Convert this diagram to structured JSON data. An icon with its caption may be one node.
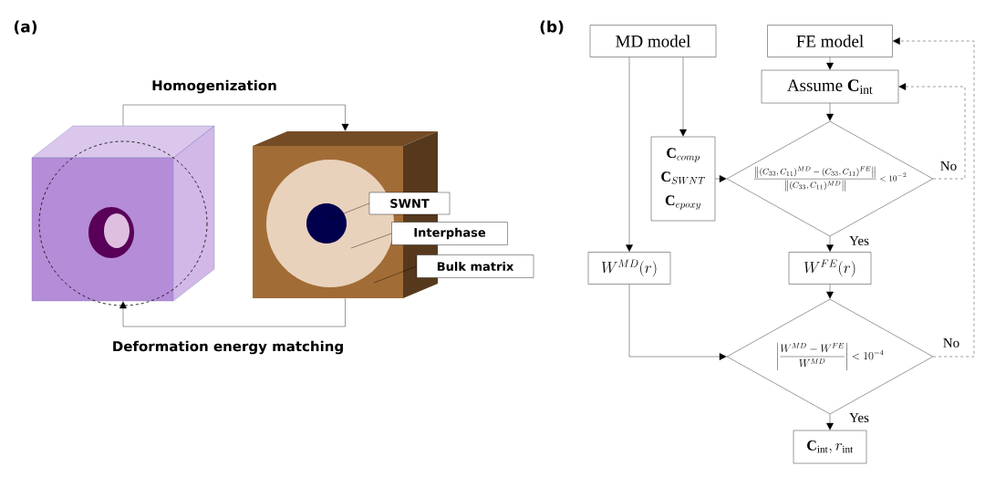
{
  "diagram": {
    "nodes": [
      {
        "text": [],
        "shape": "picture"
      },
      {
        "text": [],
        "shape": "picture"
      },
      {
        "text": [
          "SWNT"
        ]
      },
      {
        "text": [
          "Interphase"
        ]
      },
      {
        "text": [
          "Bulk matrix"
        ]
      },
      {
        "text": [
          "MD model"
        ]
      },
      {
        "text": [
          "FE model"
        ]
      },
      {
        "text": [
          "Assume **C**$_{int}$"
        ]
      },
      {
        "text": [
          "\\mathbf{C}_{comp}",
          "\\mathbf{C}_{SWNT}",
          "\\mathbf{C}_{epoxy}"
        ]
      },
      {
        "text": [
          "\\frac{\\left\\|(C_{33},C_{11})^{MD}-(C_{33},C_{11})^{FE}\\right\\|}{\\left\\|(C_{33},C_{11})^{MD}\\right\\|}<10^{-2}"
        ]
      },
      {
        "text": [
          "W^{MD}(r)"
        ]
      },
      {
        "text": [
          "W^{FE}(r)"
        ]
      },
      {
        "text": [
          "\\left|\\frac{W^{MD}-W^{FE}}{W^{MD}}\\right|<10^{-4}"
        ]
      },
      {
        "text": [
          "\\mathbf{C}_{\\mathrm{int}},r_{\\mathrm{int}}"
        ]
      }
    ],
    "edges": [
      {
        "from": 0,
        "to": 1,
        "arrow": "to",
        "label": "Homogenization"
      },
      {
        "from": 1,
        "to": 0,
        "arrow": "to",
        "label": "Deformation energy matching"
      },
      {
        "from": 2,
        "to": 1,
        "arrow": "none"
      },
      {
        "from": 3,
        "to": 1,
        "arrow": "none"
      },
      {
        "from": 4,
        "to": 1,
        "arrow": "none"
      },
      {
        "from": 5,
        "to": 10,
        "arrow": "to"
      },
      {
        "from": 5,
        "to": 8,
        "arrow": "to"
      },
      {
        "from": 6,
        "to": 7,
        "arrow": "to"
      },
      {
        "from": 7,
        "to": 9,
        "arrow": "to"
      },
      {
        "from": 8,
        "to": 9,
        "arrow": "to"
      },
      {
        "from": 9,
        "to": 11,
        "arrow": "to",
        "label": "Yes"
      },
      {
        "from": 9,
        "to": 7,
        "arrow": "to",
        "label": "No",
        "style": "dashed"
      },
      {
        "from": 10,
        "to": 12,
        "arrow": "to"
      },
      {
        "from": 11,
        "to": 12,
        "arrow": "to"
      },
      {
        "from": 12,
        "to": 13,
        "arrow": "to",
        "label": "Yes"
      },
      {
        "from": 12,
        "to": 6,
        "arrow": "to",
        "label": "No",
        "style": "dashed"
      }
    ],
    "labels": [
      "(a)",
      "(b)"
    ]
  }
}
